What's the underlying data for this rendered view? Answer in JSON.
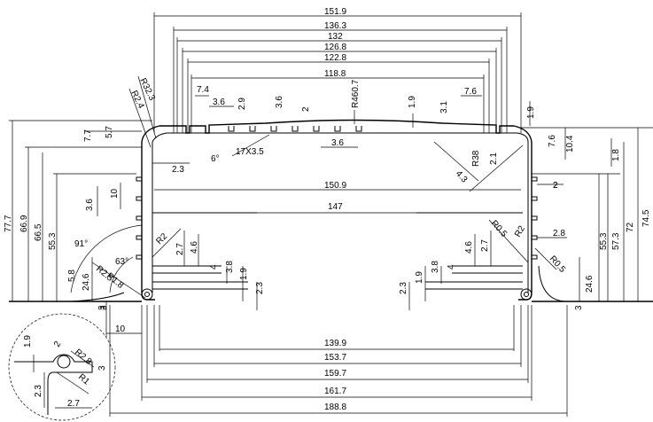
{
  "top_dims": [
    "151.9",
    "136.3",
    "132",
    "126.8",
    "122.8",
    "118.8"
  ],
  "bottom_dims": [
    "139.9",
    "153.7",
    "159.7",
    "161.7",
    "188.8"
  ],
  "inner_dims": {
    "width_top": "150.9",
    "width_mid": "147"
  },
  "left_dims": [
    "77.7",
    "66.9",
    "66.5",
    "55.3",
    "3.6",
    "10",
    "5.8",
    "24.6",
    "3",
    "7.7",
    "5.7"
  ],
  "right_dims": [
    "74.5",
    "72",
    "57.3",
    "55.3",
    "24.6",
    "3",
    "1.8",
    "10.4",
    "7.6",
    "1.9",
    "2",
    "2.8"
  ],
  "top_detail": [
    "7.4",
    "3.6",
    "2.9",
    "3.6",
    "2",
    "R460.7",
    "1.9",
    "3.1",
    "7.6",
    "17X3.5",
    "6°",
    "2.3",
    "3.6"
  ],
  "corner_detail": [
    "R32.3",
    "R2.4",
    "R38",
    "2.1",
    "4.3",
    "2"
  ],
  "slot_dims_left": [
    "2.7",
    "4.6",
    "4",
    "3.8",
    "1.9",
    "2.3",
    "R2"
  ],
  "slot_dims_right": [
    "2.3",
    "1.9",
    "3.8",
    "4",
    "4.6",
    "2.7",
    "R0.5",
    "R0.5",
    "R2"
  ],
  "angle_dims": [
    "91°",
    "63°",
    "R2.5",
    "R1.8",
    "10",
    "3"
  ],
  "detail_circle": [
    "1.9",
    "2",
    "R2.8",
    "3",
    "2.3",
    "R1",
    "2.7"
  ]
}
